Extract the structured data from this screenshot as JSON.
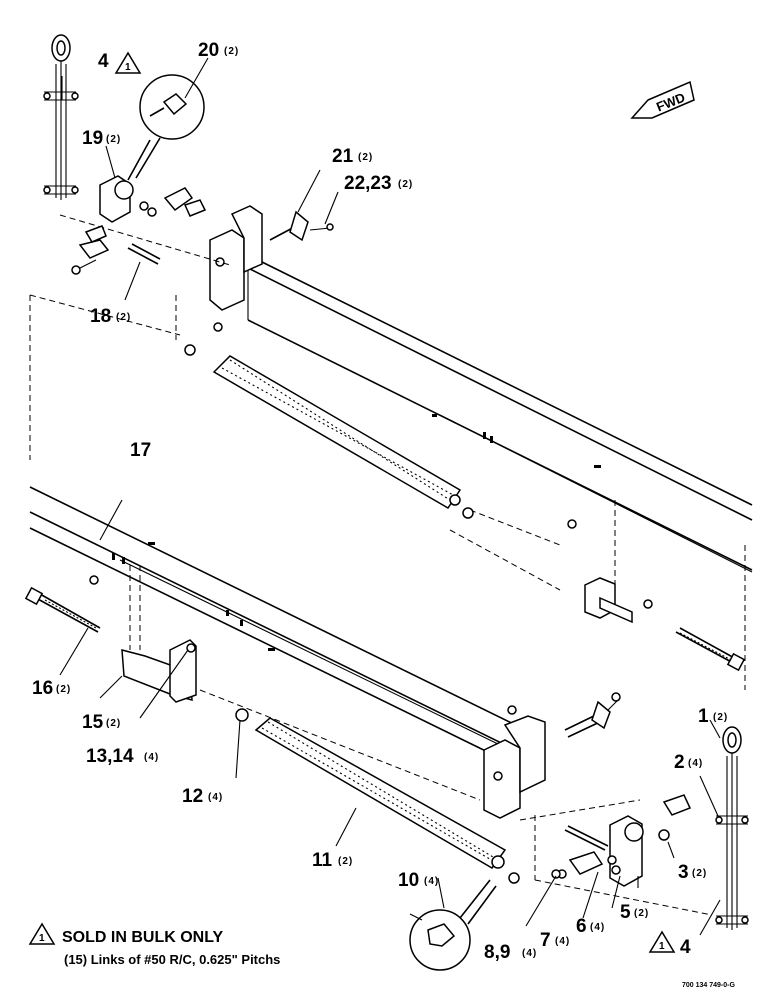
{
  "callouts": {
    "c1": {
      "num": "1",
      "qty": "(2)"
    },
    "c2": {
      "num": "2",
      "qty": "(4)"
    },
    "c3": {
      "num": "3",
      "qty": "(2)"
    },
    "c4a": {
      "num": "4"
    },
    "c4b": {
      "num": "4"
    },
    "c5": {
      "num": "5",
      "qty": "(2)"
    },
    "c6": {
      "num": "6",
      "qty": "(4)"
    },
    "c7": {
      "num": "7",
      "qty": "(4)"
    },
    "c89": {
      "num": "8,9",
      "qty": "(4)"
    },
    "c10": {
      "num": "10",
      "qty": "(4)"
    },
    "c11": {
      "num": "11",
      "qty": "(2)"
    },
    "c12": {
      "num": "12",
      "qty": "(4)"
    },
    "c1314": {
      "num": "13,14",
      "qty": "(4)"
    },
    "c15": {
      "num": "15",
      "qty": "(2)"
    },
    "c16": {
      "num": "16",
      "qty": "(2)"
    },
    "c17": {
      "num": "17"
    },
    "c18": {
      "num": "18",
      "qty": "(2)"
    },
    "c19": {
      "num": "19",
      "qty": "(2)"
    },
    "c20": {
      "num": "20",
      "qty": "(2)"
    },
    "c21": {
      "num": "21",
      "qty": "(2)"
    },
    "c2223": {
      "num": "22,23",
      "qty": "(2)"
    }
  },
  "warning_symbol": "1",
  "fwd_label": "FWD",
  "legend": {
    "symbol": "1",
    "line1": "SOLD IN BULK ONLY",
    "line2": "(15) Links of #50 R/C, 0.625\" Pitchs"
  },
  "doc_number": "700 134 749-0-G"
}
